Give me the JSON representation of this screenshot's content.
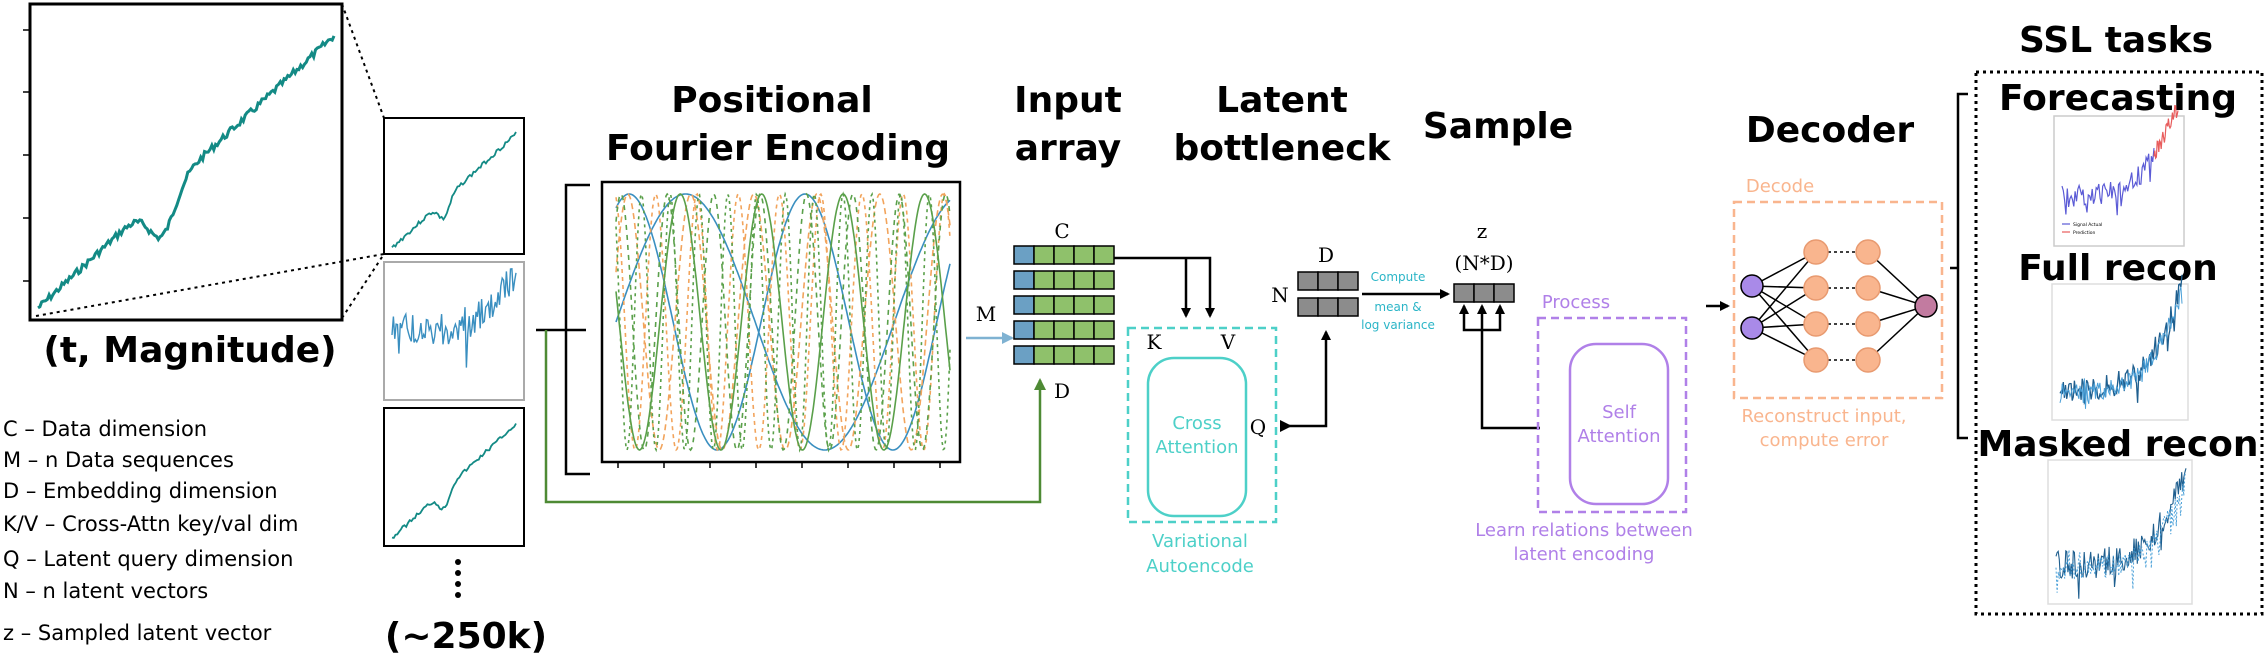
{
  "headings": {
    "positional_1": "Positional",
    "positional_2": "Fourier Encoding",
    "input_1": "Input",
    "input_2": "array",
    "latent_1": "Latent",
    "latent_2": "bottleneck",
    "sample": "Sample",
    "decoder": "Decoder",
    "ssl": "SSL tasks",
    "forecasting": "Forecasting",
    "full_recon": "Full recon",
    "masked_recon": "Masked recon"
  },
  "tuple_label": "(t, Magnitude)",
  "count_label": "(~250k)",
  "ellipsis": "⋮",
  "legend": [
    "C – Data dimension",
    "M – n Data sequences",
    "D – Embedding dimension",
    "K/V – Cross-Attn key/val dim",
    "Q – Latent query dimension",
    "N – n latent vectors",
    "z – Sampled latent vector"
  ],
  "symbols": {
    "C": "C",
    "M": "M",
    "D_input": "D",
    "D_latent": "D",
    "N": "N",
    "K": "K",
    "V": "V",
    "Q": "Q",
    "z": "z",
    "ND": "(N*D)"
  },
  "vae": {
    "block": "Cross\nAttention",
    "block_lines": [
      "Cross",
      "Attention"
    ],
    "caption_lines": [
      "Variational",
      "Autoencode"
    ]
  },
  "compute": {
    "lines": [
      "Compute",
      "mean &",
      "log variance"
    ]
  },
  "process": {
    "title": "Process",
    "block_lines": [
      "Self",
      "Attention"
    ],
    "caption_lines": [
      "Learn relations between",
      "latent encoding"
    ]
  },
  "decode": {
    "title": "Decode",
    "caption_lines": [
      "Reconstruct input,",
      "compute error"
    ]
  },
  "mini_legend": [
    "Signal Actual",
    "Prediction"
  ],
  "colors": {
    "teal": "#138a85",
    "blue_line": "#3a8fc0",
    "orange": "#f2a45c",
    "green": "#5aa04a",
    "dark_green": "#4e8a34",
    "cyan": "#4dd0c8",
    "purple": "#b080e8",
    "peach": "#f9b58e",
    "cell_blue": "#6ba0c4",
    "cell_green": "#8fc16b",
    "cell_gray": "#8c8c8c"
  }
}
